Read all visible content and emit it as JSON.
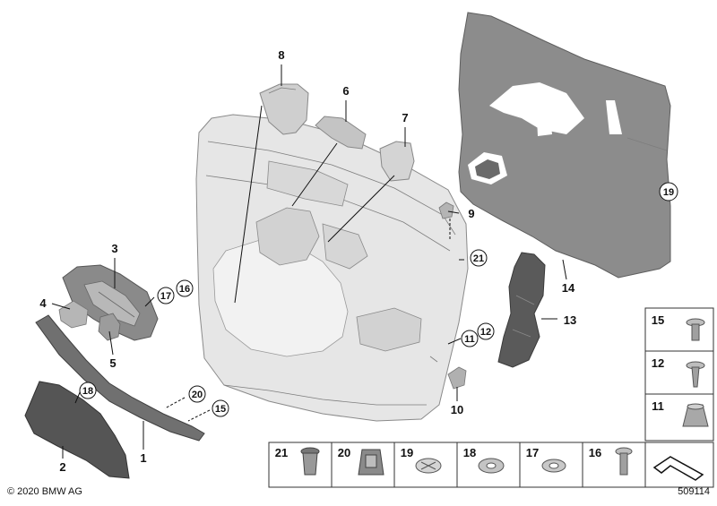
{
  "callouts": {
    "c1": "1",
    "c2": "2",
    "c3": "3",
    "c4": "4",
    "c5": "5",
    "c6": "6",
    "c7": "7",
    "c8": "8",
    "c9": "9",
    "c10": "10",
    "c11": "11",
    "c12": "12",
    "c13": "13",
    "c14": "14",
    "c15": "15",
    "c16": "16",
    "c17": "17",
    "c18": "18",
    "c19": "19",
    "c20": "20",
    "c21": "21"
  },
  "legend": {
    "side": [
      "15",
      "12",
      "11"
    ],
    "bottom": [
      "21",
      "20",
      "19",
      "18",
      "17",
      "16"
    ]
  },
  "footer": {
    "copyright": "© 2020 BMW AG",
    "diagram_number": "509114"
  },
  "colors": {
    "panel_light": "#e6e6e6",
    "panel_mid": "#cfcfcf",
    "insulation": "#8c8c8c",
    "dark_part": "#5a5a5a",
    "line": "#111111"
  }
}
